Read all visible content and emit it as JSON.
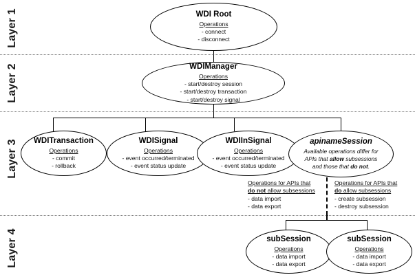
{
  "diagram": {
    "title": "WDI layered architecture diagram",
    "layers": [
      {
        "label": "Layer 1"
      },
      {
        "label": "Layer 2"
      },
      {
        "label": "Layer 3"
      },
      {
        "label": "Layer 4"
      }
    ],
    "nodes": {
      "wdi_root": {
        "title": "WDI Root",
        "ops_head": "Operations",
        "ops": [
          "- connect",
          "- disconnect"
        ]
      },
      "wdi_manager": {
        "title": "WDIManager",
        "ops_head": "Operations",
        "ops": [
          "- start/destroy session",
          "- start/destroy transaction",
          "- start/destroy signal"
        ]
      },
      "wdi_transaction": {
        "title": "WDITransaction",
        "ops_head": "Operations",
        "ops": [
          "- commit",
          "- rollback"
        ]
      },
      "wdi_signal": {
        "title": "WDISignal",
        "ops_head": "Operations",
        "ops": [
          "- event occurred/terminated",
          "- event status update"
        ]
      },
      "wdi_in_signal": {
        "title": "WDIInSignal",
        "ops_head": "Operations",
        "ops": [
          "- event occurred/terminated",
          "- event status update"
        ]
      },
      "apiname_session": {
        "title": "apinameSession",
        "desc_line1_a": "Available operations differ for",
        "desc_line2_a": "APIs that ",
        "desc_line2_b": "allow",
        "desc_line2_c": " subsessions",
        "desc_line3_a": "and those that ",
        "desc_line3_b": "do not",
        "desc_line3_c": "."
      },
      "sub_session_left": {
        "title": "subSession",
        "ops_head": "Operations",
        "ops": [
          "- data import",
          "- data export"
        ]
      },
      "sub_session_right": {
        "title": "subSession",
        "ops_head": "Operations",
        "ops": [
          "- data import",
          "- data export"
        ]
      }
    },
    "annotations": {
      "no_subsessions": {
        "head_line1": "Operations for APIs that",
        "head_line2_bold": "do not",
        "head_line2_rest": " allow subsessions",
        "items": [
          "- data import",
          "- data export"
        ]
      },
      "with_subsessions": {
        "head_line1": "Operations for APIs that",
        "head_line2_bold": "do",
        "head_line2_rest": " allow subsessions",
        "items": [
          "- create subsession",
          "- destroy subsession"
        ]
      }
    },
    "colors": {
      "stroke": "#000000",
      "separator": "#7a7a7a",
      "background": "#ffffff",
      "text": "#111111"
    }
  }
}
